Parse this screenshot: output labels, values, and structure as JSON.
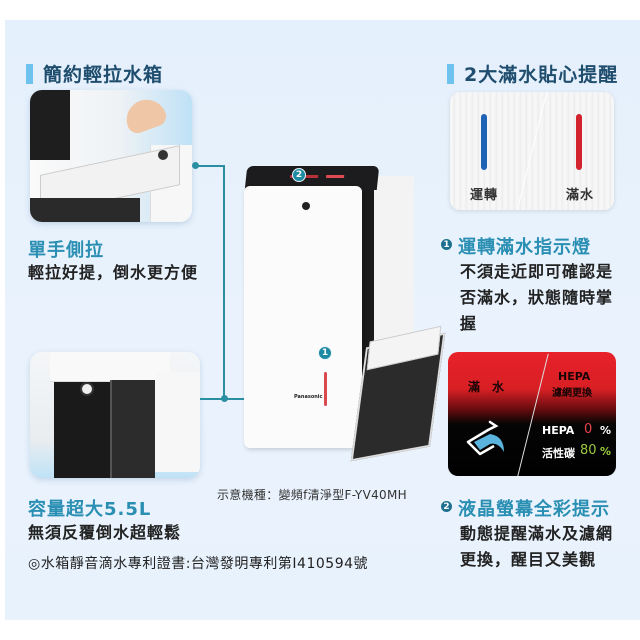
{
  "left_section": {
    "title": "簡約輕拉水箱",
    "features": [
      {
        "title": "單手側拉",
        "desc": "輕拉好提，倒水更方便"
      },
      {
        "title": "容量超大5.5L",
        "desc": "無須反覆倒水超輕鬆"
      }
    ],
    "patent_note": "◎水箱靜音滴水專利證書:台灣發明專利第I410594號"
  },
  "right_section": {
    "title": "2大滿水貼心提醒",
    "indicator_card": {
      "labels": [
        "運轉",
        "滿水"
      ],
      "colors": [
        "#1f63b5",
        "#d2232e"
      ]
    },
    "features": [
      {
        "badge": "1",
        "title": "運轉滿水指示燈",
        "desc_lines": [
          "不須走近即可確認是",
          "否滿水，狀態隨時掌",
          "握"
        ]
      },
      {
        "badge": "2",
        "title": "液晶螢幕全彩提示",
        "desc_lines": [
          "動態提醒滿水及濾網",
          "更換，醒目又美觀"
        ]
      }
    ],
    "lcd_card": {
      "full_water": "滿　水",
      "hepa_title": "HEPA",
      "hepa_sub": "濾網更換",
      "rows": [
        {
          "label": "HEPA",
          "value": "0",
          "unit": "%",
          "color": "#e8434f"
        },
        {
          "label": "活性碳",
          "value": "80",
          "unit": "%",
          "color": "#9ccc3f"
        }
      ]
    }
  },
  "device": {
    "caption": "示意機種：變頻f清淨型F-YV40MH",
    "brand": "Panasonic",
    "badges": [
      "2",
      "1"
    ]
  },
  "colors": {
    "accent_teal": "#2a8fb3",
    "header_bar": "#6ec3ee",
    "header_text": "#1f4d6e",
    "connector": "#2a8fa3"
  }
}
